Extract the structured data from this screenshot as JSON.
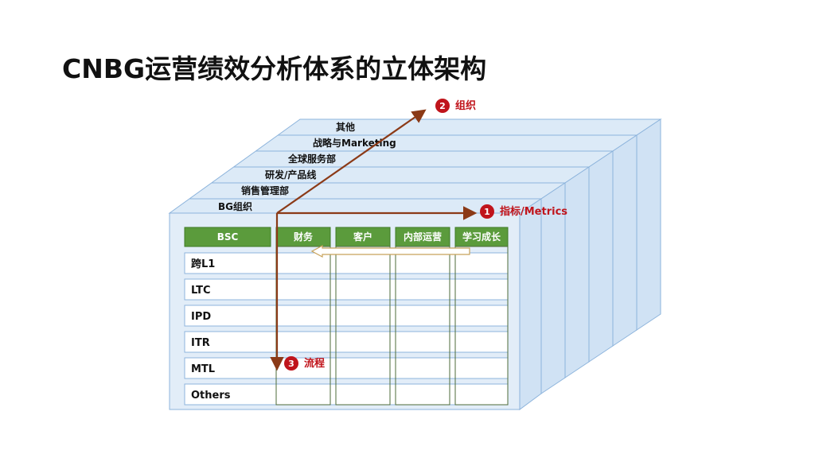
{
  "page": {
    "title": "CNBG运营绩效分析体系的立体架构"
  },
  "diagram": {
    "layers": [
      "其他",
      "战略与Marketing",
      "全球服务部",
      "研发/产品线",
      "销售管理部",
      "BG组织"
    ],
    "header": [
      "BSC",
      "财务",
      "客户",
      "内部运营",
      "学习成长"
    ],
    "rows": [
      "跨L1",
      "LTC",
      "IPD",
      "ITR",
      "MTL",
      "Others"
    ],
    "axes": [
      {
        "number": "1",
        "label": "指标/Metrics"
      },
      {
        "number": "2",
        "label": "组织"
      },
      {
        "number": "3",
        "label": "流程"
      }
    ]
  },
  "colors": {
    "header_green": "#5b9b3c",
    "box_face": "#d6e6f5",
    "box_edge": "#8db4dc",
    "arrow_brown": "#8b3a17",
    "badge_red": "#c0141b"
  }
}
